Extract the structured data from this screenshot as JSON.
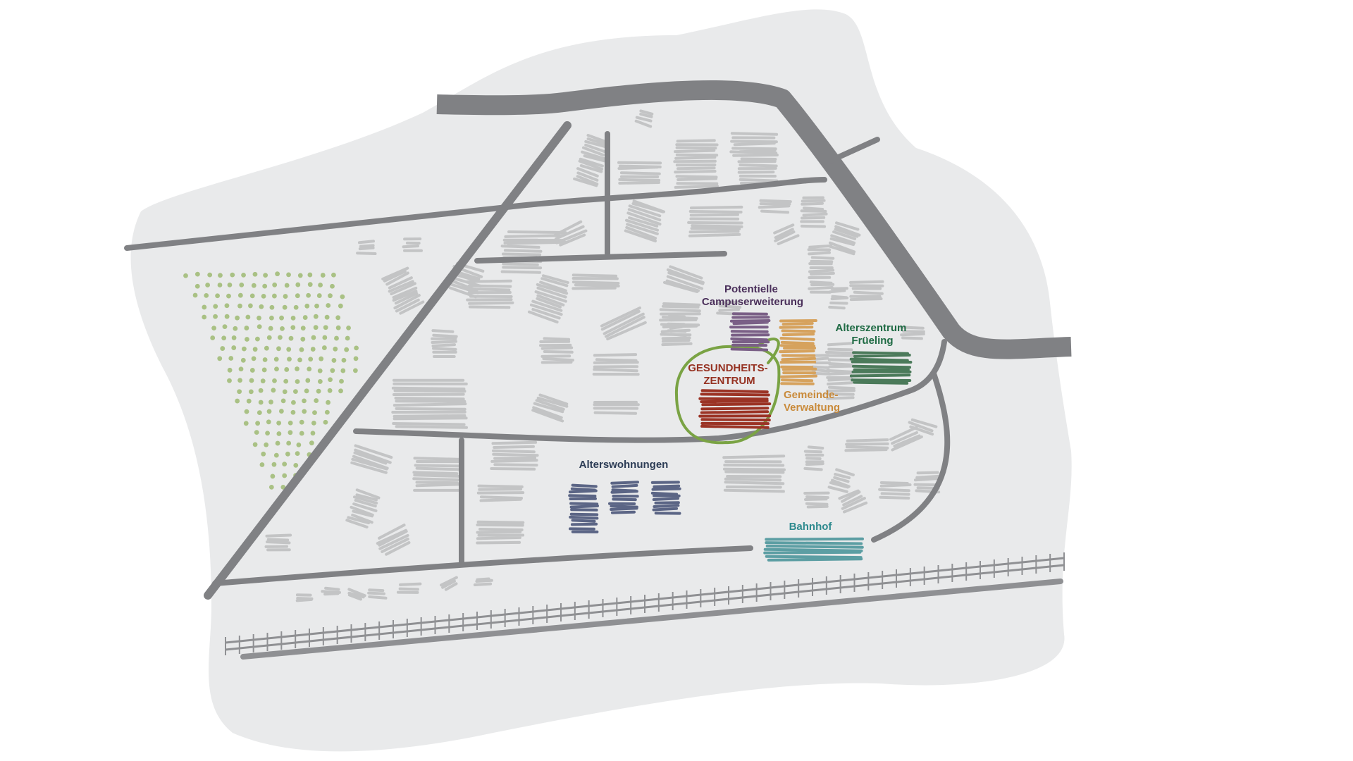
{
  "colors": {
    "land": "#e9eaeb",
    "road": "#808184",
    "building": "#c3c4c5",
    "forest": "#a9c184",
    "rail": "#8f9093",
    "highlight_ring": "#7aa344"
  },
  "labels": {
    "campus": "Potentielle Campuserweiterung",
    "campus_line1": "Potentielle",
    "campus_line2": "Campuserweiterung",
    "gesundheit_line1": "GESUNDHEITS-",
    "gesundheit_line2": "ZENTRUM",
    "gemeinde_line1": "Gemeinde-",
    "gemeinde_line2": "Verwaltung",
    "alterszentrum_line1": "Alterszentrum",
    "alterszentrum_line2": "Früeling",
    "alterswohnungen": "Alterswohnungen",
    "bahnhof": "Bahnhof"
  },
  "poi": {
    "campus": {
      "color": "#7a5f86"
    },
    "gesundheit": {
      "color": "#9b3325"
    },
    "gemeinde": {
      "color": "#d6a25d"
    },
    "alterszentrum": {
      "color": "#4b7a5a"
    },
    "alterswohnungen": {
      "color": "#5b6585"
    },
    "bahnhof": {
      "color": "#5c9ea3"
    }
  },
  "label_colors": {
    "campus": "#4a2f5a",
    "gesundheit": "#963222",
    "gemeinde": "#c98a3a",
    "alterszentrum": "#1e6a43",
    "alterswohnungen": "#2c3c55",
    "bahnhof": "#2e8a8e"
  }
}
